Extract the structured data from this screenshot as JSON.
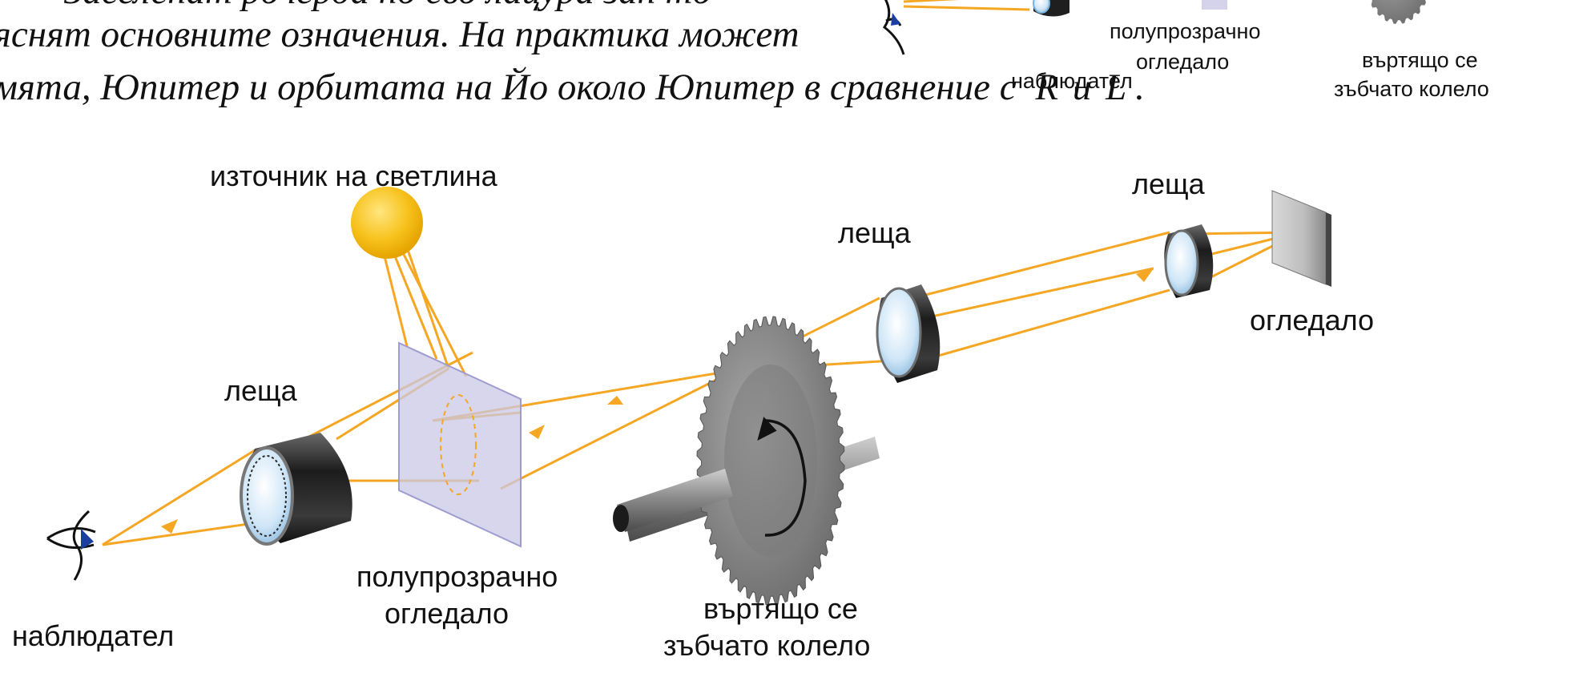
{
  "text_fragment": {
    "line1": "Заселенат   рочерда но сво  лацура зан то   ",
    "line2": "яснят основните означения. На практика может",
    "line3_pre": "мята, Юпитер и орбитата на Йо около Юпитер в сравнение с",
    "var_r": "R",
    "and": "и",
    "var_l": "L",
    "period": "."
  },
  "inset_labels": {
    "half_mirror_1": "полупрозрачно",
    "half_mirror_2": "огледало",
    "observer": "наблюдател",
    "wheel_1": "въртящо се",
    "wheel_2": "зъбчато колело"
  },
  "labels": {
    "light_source": "източник на светлина",
    "lens_right": "леща",
    "lens_middle": "леща",
    "lens_left": "леща",
    "mirror": "огледало",
    "half_mirror_1": "полупрозрачно",
    "half_mirror_2": "огледало",
    "observer": "наблюдател",
    "wheel_1": "въртящо се",
    "wheel_2": "зъбчато колело"
  },
  "colors": {
    "beam": "#f5a623",
    "source": "#f7c21c",
    "glass": "#bcdcf3",
    "metal_dark": "#2b2b2b",
    "gear": "#8a8a8a",
    "half_mirror": "#c9c8e6"
  }
}
